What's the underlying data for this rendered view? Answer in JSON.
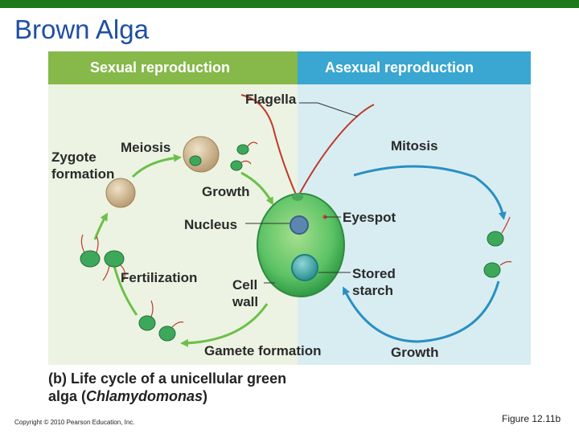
{
  "slide": {
    "title": "Brown Alga",
    "copyright": "Copyright © 2010 Pearson Education, Inc.",
    "figure_ref": "Figure 12.11b"
  },
  "diagram": {
    "header_left": "Sexual reproduction",
    "header_right": "Asexual reproduction",
    "labels": {
      "flagella": "Flagella",
      "meiosis": "Meiosis",
      "zygote_line1": "Zygote",
      "zygote_line2": "formation",
      "growth_left": "Growth",
      "nucleus": "Nucleus",
      "eyespot": "Eyespot",
      "mitosis": "Mitosis",
      "fertilization": "Fertilization",
      "cell_wall_line1": "Cell",
      "cell_wall_line2": "wall",
      "stored_line1": "Stored",
      "stored_line2": "starch",
      "gamete_formation": "Gamete formation",
      "growth_right": "Growth"
    },
    "caption": {
      "prefix": "(b)",
      "text_line1": " Life cycle of a unicellular green",
      "text_line2_a": "alga (",
      "species": "Chlamydomonas",
      "text_line2_b": ")"
    },
    "colors": {
      "sexual_arrow": "#6cc04a",
      "asexual_arrow": "#2a8fc2",
      "cell_body": "#5cc265",
      "flagella": "#c0392b"
    }
  }
}
